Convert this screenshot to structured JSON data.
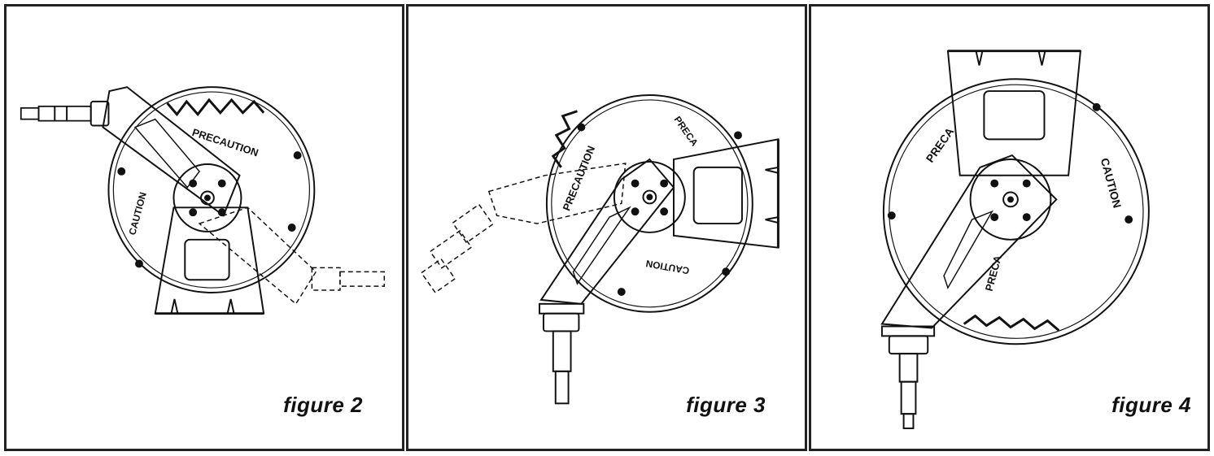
{
  "figures": [
    {
      "caption": "figure 2",
      "label_top": "PRECAUTION",
      "label_side": "CAUTION"
    },
    {
      "caption": "figure 3",
      "label_top": "PRECAUTION",
      "label_side": "CAUTION",
      "label_extra": "PRECA"
    },
    {
      "caption": "figure 4",
      "label_top": "CAUTION",
      "label_side": "PRECA",
      "label_extra": "PRECA"
    }
  ],
  "colors": {
    "line": "#111111",
    "background": "#ffffff"
  }
}
